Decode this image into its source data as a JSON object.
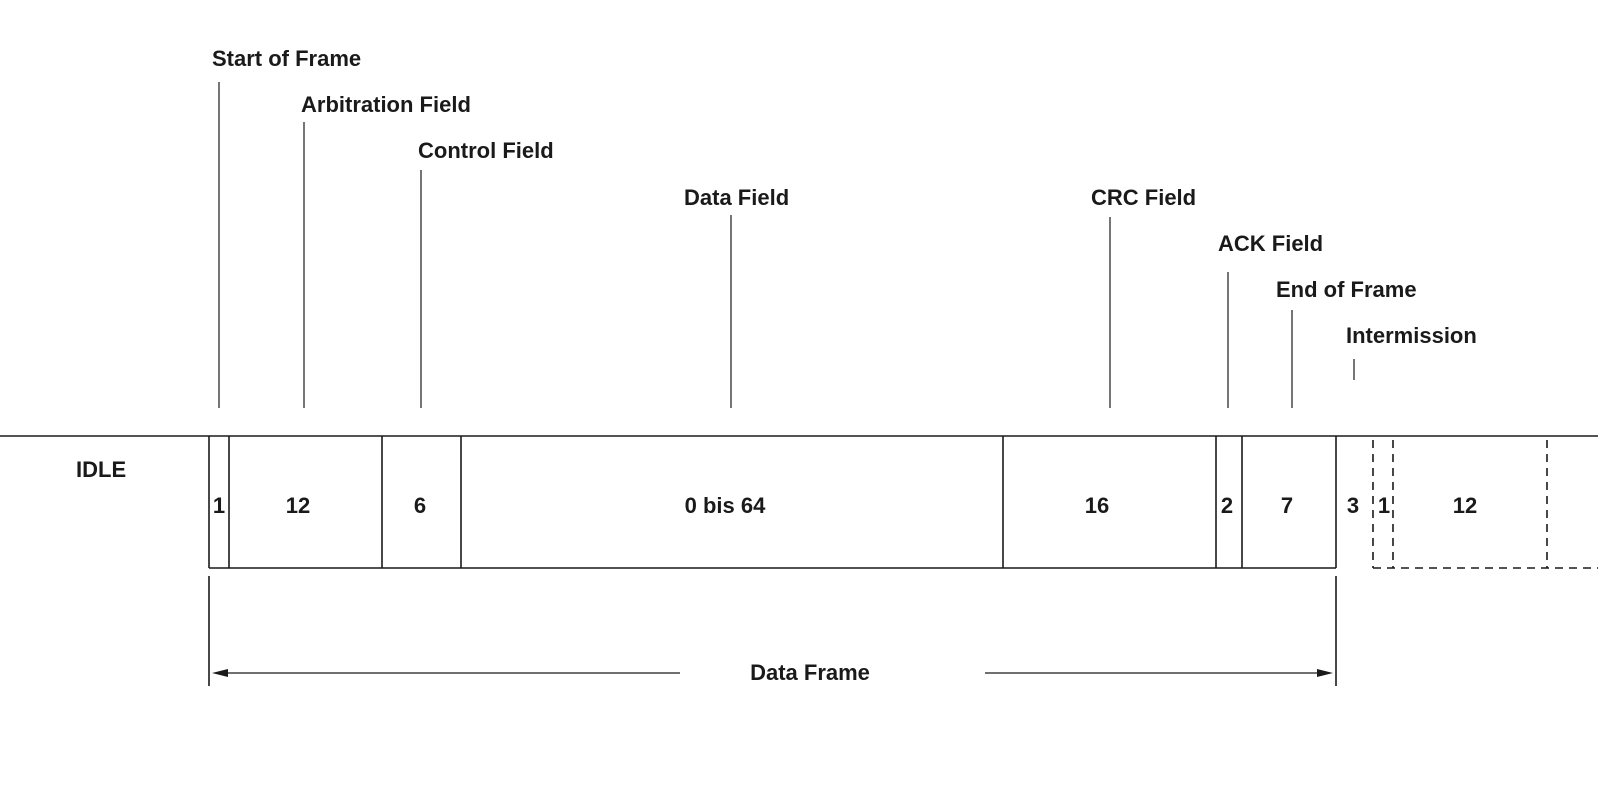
{
  "labels": {
    "start_of_frame": "Start of Frame",
    "arbitration_field": "Arbitration Field",
    "control_field": "Control Field",
    "data_field": "Data Field",
    "crc_field": "CRC Field",
    "ack_field": "ACK Field",
    "end_of_frame": "End of Frame",
    "intermission": "Intermission",
    "idle": "IDLE",
    "data_frame": "Data Frame"
  },
  "segments": {
    "sof": "1",
    "arbitration": "12",
    "control": "6",
    "data": "0 bis 64",
    "crc": "16",
    "ack": "2",
    "eof": "7",
    "intermission": "3",
    "next_sof": "1",
    "next_arbitration": "12"
  }
}
